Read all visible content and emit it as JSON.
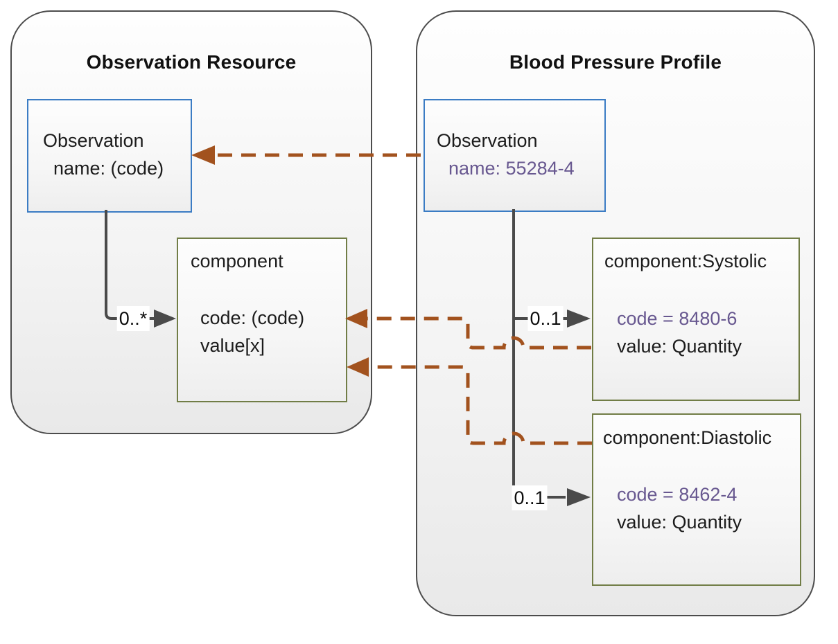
{
  "diagram": {
    "left_panel": {
      "title": "Observation Resource",
      "observation_box": {
        "title": "Observation",
        "attr1": "name: (code)"
      },
      "component_box": {
        "title": "component",
        "attr1": "code: (code)",
        "attr2": "value[x]"
      },
      "component_cardinality": "0..*"
    },
    "right_panel": {
      "title": "Blood Pressure Profile",
      "observation_box": {
        "title": "Observation",
        "attr1": "name: 55284-4"
      },
      "systolic_box": {
        "title": "component:Systolic",
        "attr1": "code = 8480-6",
        "attr2": "value: Quantity"
      },
      "diastolic_box": {
        "title": "component:Diastolic",
        "attr1": "code = 8462-4",
        "attr2": "value: Quantity"
      },
      "systolic_cardinality": "0..1",
      "diastolic_cardinality": "0..1"
    },
    "colors": {
      "panel_border": "#4c4c4c",
      "blue_box_border": "#3b7cc4",
      "olive_box_border": "#717d46",
      "fixed_value_text": "#685890",
      "mapping_dashed_arrow": "#a2521e",
      "containment_solid_arrow": "#4a4a4a"
    }
  }
}
